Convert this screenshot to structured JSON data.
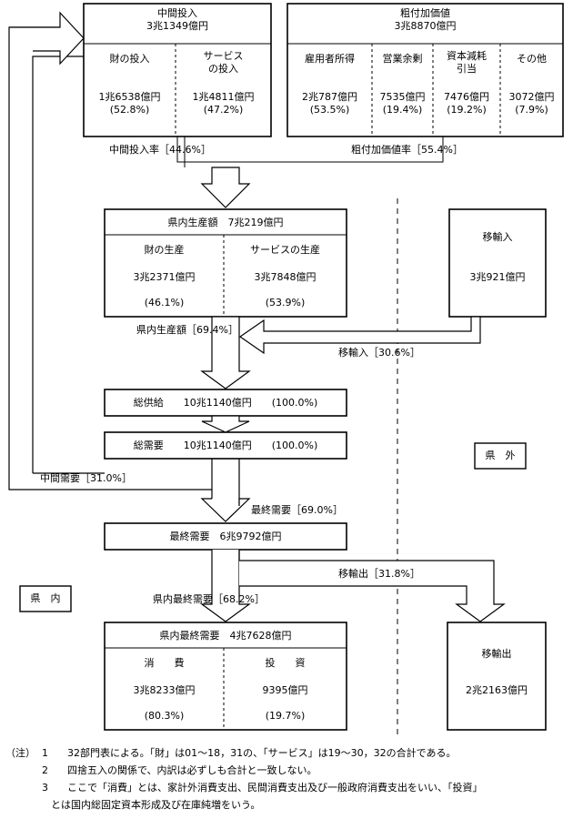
{
  "intermediate_input": {
    "title": "中間投入",
    "total": "3兆1349億円",
    "goods_label": "財の投入",
    "services_label_1": "サービス",
    "services_label_2": "の投入",
    "goods_value": "1兆6538億円",
    "goods_pct": "(52.8%)",
    "services_value": "1兆4811億円",
    "services_pct": "(47.2%)"
  },
  "gross_value_added": {
    "title": "粗付加価値",
    "total": "3兆8870億円",
    "items": [
      {
        "label_1": "雇用者所得",
        "label_2": "",
        "value": "2兆787億円",
        "pct": "(53.5%)"
      },
      {
        "label_1": "営業余剰",
        "label_2": "",
        "value": "7535億円",
        "pct": "(19.4%)"
      },
      {
        "label_1": "資本減耗",
        "label_2": "引当",
        "value": "7476億円",
        "pct": "(19.2%)"
      },
      {
        "label_1": "その他",
        "label_2": "",
        "value": "3072億円",
        "pct": "(7.9%)"
      }
    ]
  },
  "ratios": {
    "intermediate_input_ratio": "中間投入率［44.6%］",
    "value_added_ratio": "粗付加価値率［55.4%］",
    "production_ratio": "県内生産額［69.4%］",
    "import_ratio": "移輸入［30.6%］",
    "intermediate_demand": "中間需要［31.0%］",
    "final_demand": "最終需要［69.0%］",
    "export": "移輸出［31.8%］",
    "domestic_final_demand": "県内最終需要［68.2%］"
  },
  "production": {
    "title": "県内生産額　7兆219億円",
    "goods_label": "財の生産",
    "services_label": "サービスの生産",
    "goods_value": "3兆2371億円",
    "goods_pct": "(46.1%)",
    "services_value": "3兆7848億円",
    "services_pct": "(53.9%)"
  },
  "imports": {
    "label": "移輸入",
    "value": "3兆921億円"
  },
  "total_supply": "総供給　　10兆1140億円　　(100.0%)",
  "total_demand": "総需要　　10兆1140億円　　(100.0%)",
  "outside_label": "県　外",
  "inside_label": "県　内",
  "final_demand_box": "最終需要　6兆9792億円",
  "domestic_final": {
    "title": "県内最終需要　4兆7628億円",
    "consumption_label": "消　　費",
    "investment_label": "投　　資",
    "consumption_value": "3兆8233億円",
    "consumption_pct": "(80.3%)",
    "investment_value": "9395億円",
    "investment_pct": "(19.7%)"
  },
  "exports": {
    "label": "移輸出",
    "value": "2兆2163億円"
  },
  "notes": {
    "prefix": "（注）",
    "n1_num": "1",
    "n1_text": "32部門表による。「財」は01～18，31の、「サービス」は19～30，32の合計である。",
    "n2_num": "2",
    "n2_text": "四捨五入の関係で、内訳は必ずしも合計と一致しない。",
    "n3_num": "3",
    "n3_text": "ここで「消費」とは、家計外消費支出、民間消費支出及び一般政府消費支出をいい、「投資」",
    "n3_text_2": "とは国内総固定資本形成及び在庫純増をいう。"
  }
}
